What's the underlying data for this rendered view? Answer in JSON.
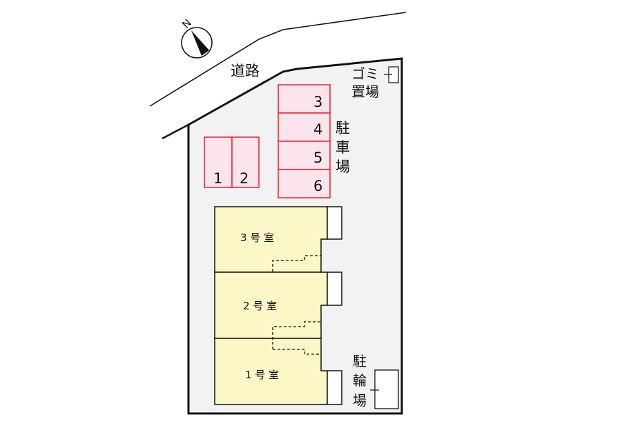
{
  "compass": {
    "label": "N",
    "icon": "north-arrow-icon"
  },
  "road": {
    "label": "道路"
  },
  "garbage": {
    "line1": "ゴミ",
    "line2": "置場"
  },
  "parking": {
    "label": [
      "駐",
      "車",
      "場"
    ],
    "spaces": [
      "1",
      "2",
      "3",
      "4",
      "5",
      "6"
    ]
  },
  "bicycle": {
    "label": [
      "駐",
      "輪",
      "場"
    ]
  },
  "units": [
    "3 号 室",
    "2 号 室",
    "1 号 室"
  ],
  "colors": {
    "lot": "#f2f2f2",
    "parking_fill": "#fce4ec",
    "parking_stroke": "#e8202a",
    "unit_fill": "#fbf7c6"
  }
}
